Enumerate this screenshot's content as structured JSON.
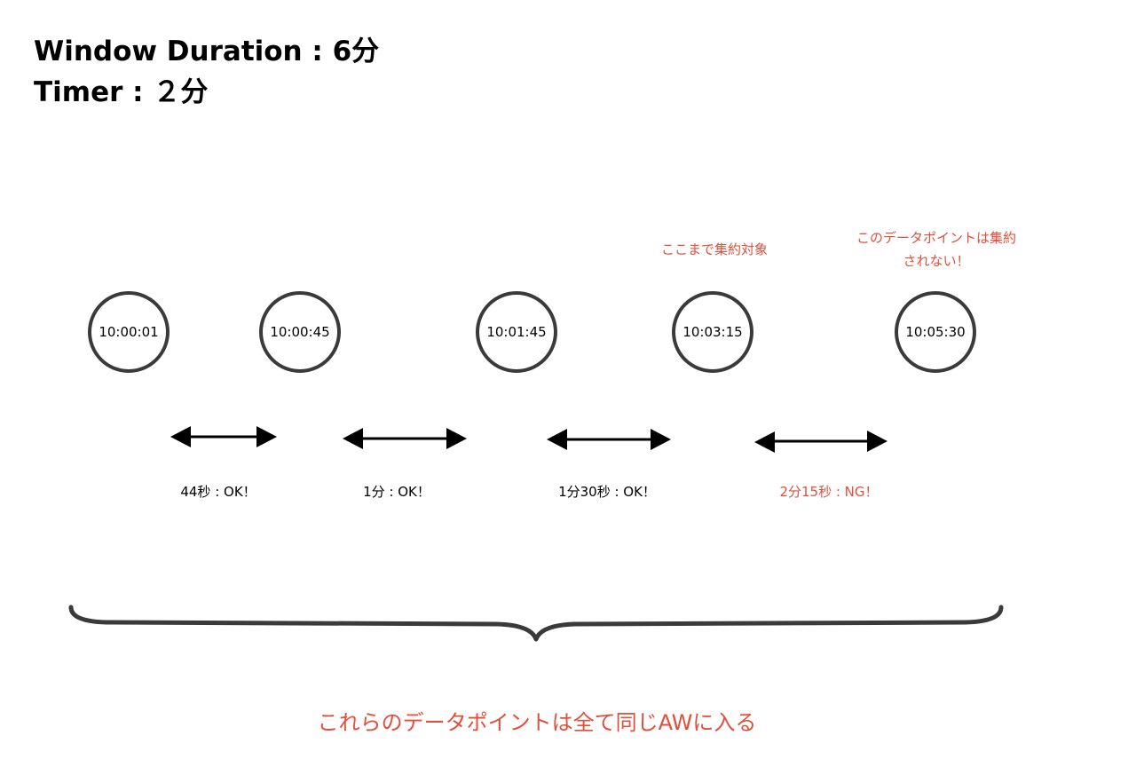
{
  "header": {
    "window_duration": "Window Duration : 6分",
    "timer": "Timer : ２分"
  },
  "timestamps": [
    "10:00:01",
    "10:00:45",
    "10:01:45",
    "10:03:15",
    "10:05:30"
  ],
  "gaps": [
    {
      "label": "44秒 : OK！",
      "status": "ok"
    },
    {
      "label": "1分 : OK！",
      "status": "ok"
    },
    {
      "label": "1分30秒 : OK！",
      "status": "ok"
    },
    {
      "label": "2分15秒 : NG！",
      "status": "ng"
    }
  ],
  "notes": {
    "aggregate_until": "ここまで集約対象",
    "not_aggregated_line1": "このデータポイントは集約",
    "not_aggregated_line2": "されない！"
  },
  "bottom_caption": "これらのデータポイントは全て同じAWに入る",
  "colors": {
    "text": "#000000",
    "accent_red": "#e0503c",
    "stroke": "#3a3a3a",
    "arrow": "#000000"
  }
}
